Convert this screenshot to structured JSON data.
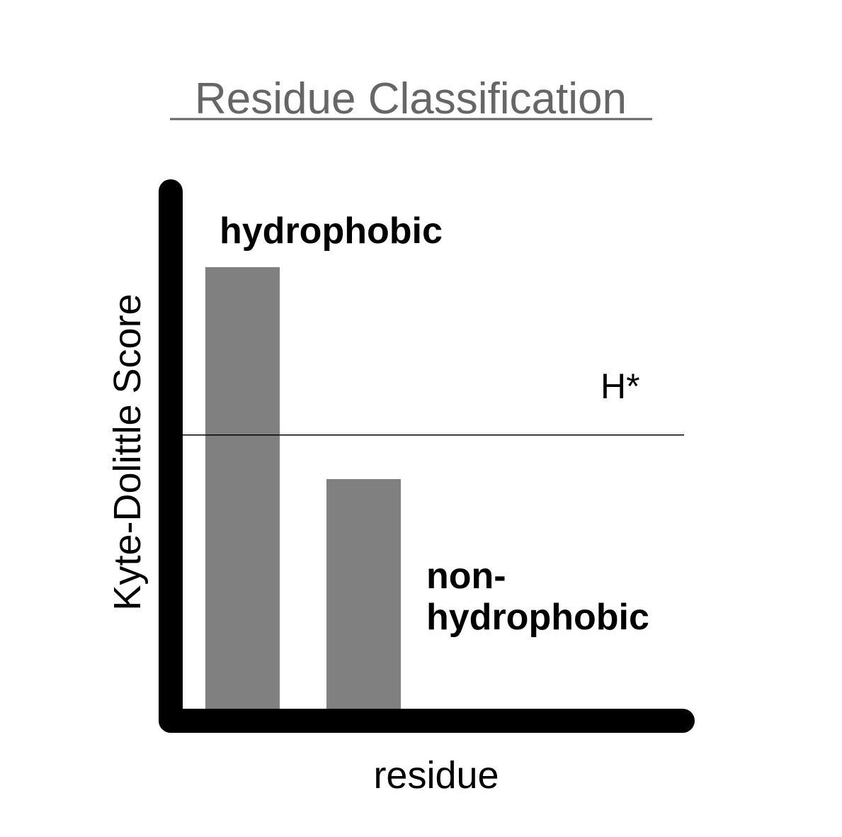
{
  "chart_data": {
    "type": "bar",
    "title": "Residue Classification",
    "xlabel": "residue",
    "ylabel": "Kyte-Dolittle Score",
    "threshold": {
      "label": "H*",
      "value": 0.62
    },
    "categories": [
      "hydrophobic",
      "non-hydrophobic"
    ],
    "bar_labels": [
      [
        "hydrophobic"
      ],
      [
        "non-",
        "hydrophobic"
      ]
    ],
    "values": [
      1.0,
      0.52
    ],
    "ylim": [
      0,
      1.3
    ],
    "ticks_shown": false,
    "grid": false,
    "legend": "none",
    "colors": {
      "bar": "#808080",
      "axis": "#000000",
      "title": "#666666",
      "threshold_line": "#000000"
    }
  }
}
